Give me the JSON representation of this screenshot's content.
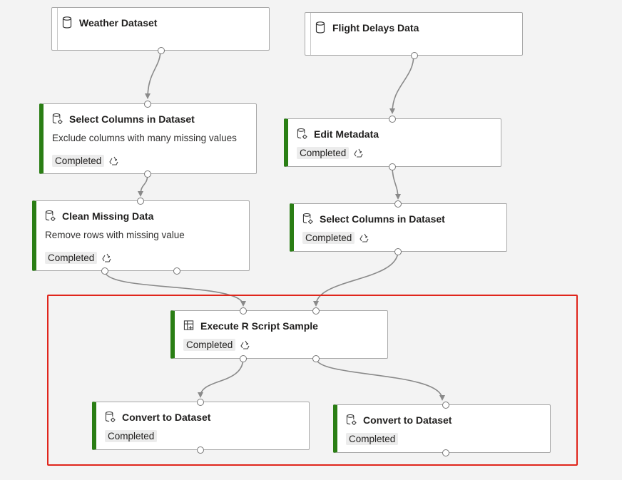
{
  "nodes": {
    "weather": {
      "title": "Weather Dataset",
      "icon": "dataset-cylinder-icon"
    },
    "flight": {
      "title": "Flight Delays Data",
      "icon": "dataset-cylinder-icon"
    },
    "select_cols_1": {
      "title": "Select Columns in Dataset",
      "description": "Exclude columns with many missing values",
      "status": "Completed",
      "icon": "dataset-gear-icon"
    },
    "edit_metadata": {
      "title": "Edit Metadata",
      "status": "Completed",
      "icon": "dataset-gear-icon"
    },
    "clean_missing": {
      "title": "Clean Missing Data",
      "description": "Remove rows with missing value",
      "status": "Completed",
      "icon": "dataset-gear-icon"
    },
    "select_cols_2": {
      "title": "Select Columns in Dataset",
      "status": "Completed",
      "icon": "dataset-gear-icon"
    },
    "execute_r": {
      "title": "Execute R Script Sample",
      "status": "Completed",
      "icon": "script-grid-icon"
    },
    "convert_1": {
      "title": "Convert to Dataset",
      "status": "Completed",
      "icon": "dataset-gear-icon"
    },
    "convert_2": {
      "title": "Convert to Dataset",
      "status": "Completed",
      "icon": "dataset-gear-icon"
    }
  },
  "colors": {
    "completed_accent": "#2a7e14",
    "selection_border": "#e0251b",
    "canvas": "#f3f3f3"
  }
}
